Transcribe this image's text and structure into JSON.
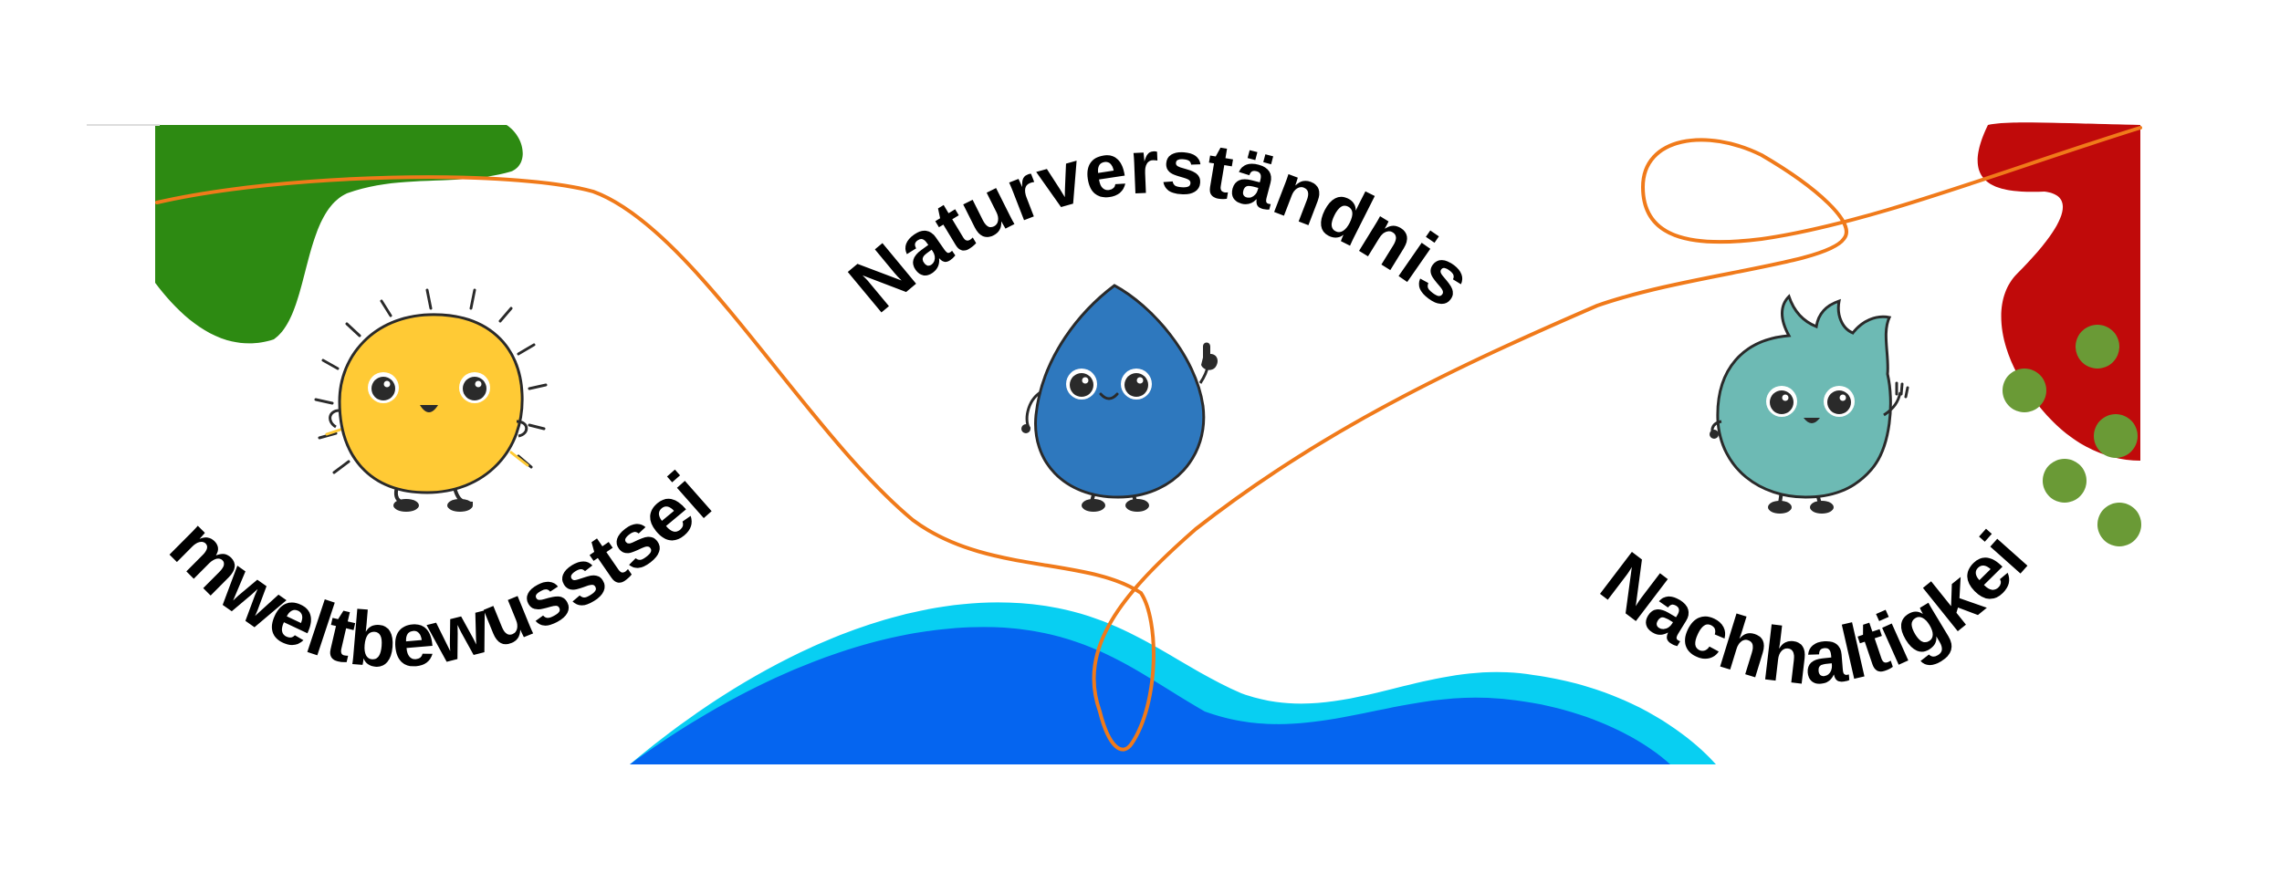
{
  "words": {
    "left": "Umweltbewusstsein",
    "center": "Naturverständnis",
    "right": "Nachhaltigkeit"
  },
  "characters": {
    "sun": {
      "icon": "sun-character-icon",
      "color": "#FFCA35"
    },
    "drop": {
      "icon": "water-drop-character-icon",
      "color": "#2E78BE"
    },
    "leaf": {
      "icon": "leaf-character-icon",
      "color": "#6DBAB4"
    }
  },
  "colors": {
    "green_blob": "#2D8A12",
    "red_blob": "#C00A0A",
    "dots": "#6A9A36",
    "wave_light": "#08CFF2",
    "wave_dark": "#0565F0",
    "line": "#F07A1A",
    "outline": "#2A2A2A"
  }
}
